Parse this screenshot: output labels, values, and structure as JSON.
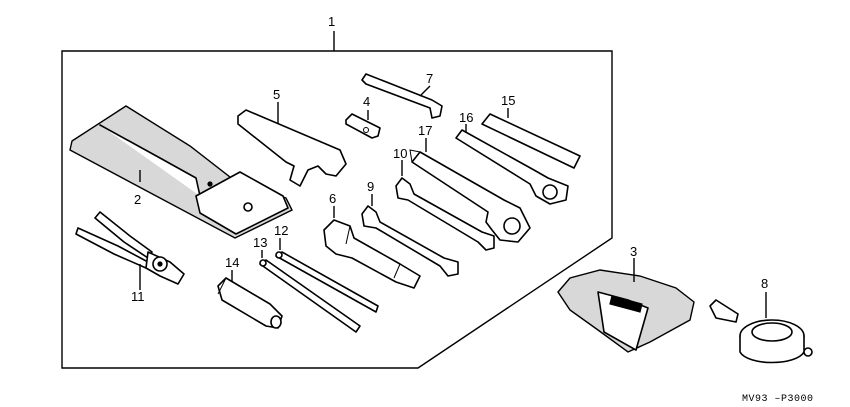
{
  "diagram": {
    "part_code": "MV93 –P3000",
    "callouts": {
      "c1": "1",
      "c2": "2",
      "c3": "3",
      "c4": "4",
      "c5": "5",
      "c6": "6",
      "c7": "7",
      "c8": "8",
      "c9": "9",
      "c10": "10",
      "c11": "11",
      "c12": "12",
      "c13": "13",
      "c14": "14",
      "c15": "15",
      "c16": "16",
      "c17": "17"
    }
  }
}
